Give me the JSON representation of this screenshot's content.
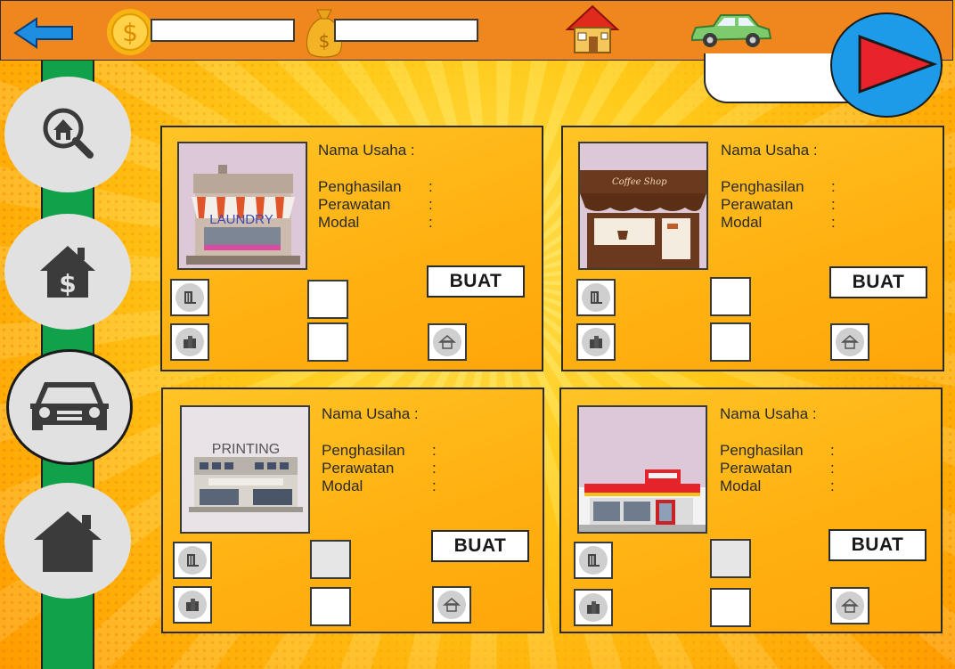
{
  "topbar": {
    "money_value": "",
    "savings_value": "",
    "icons": [
      "back-arrow-icon",
      "coin-icon",
      "money-bag-icon",
      "house-icon",
      "car-icon",
      "play-icon"
    ]
  },
  "colors": {
    "topbar": "#f0871e",
    "rail": "#10a14a",
    "play_button": "#1e9be8",
    "play_triangle": "#e8232c",
    "back_arrow": "#1e8fe0"
  },
  "sidebar": {
    "items": [
      {
        "icon": "house-search-icon",
        "active": false
      },
      {
        "icon": "house-dollar-icon",
        "active": false
      },
      {
        "icon": "car-front-icon",
        "active": true
      },
      {
        "icon": "home-icon",
        "active": false
      }
    ]
  },
  "businesses": [
    {
      "image": "laundry-shop",
      "sign": "LAUNDRY",
      "name_label": "Nama Usaha :",
      "income_label": "Penghasilan",
      "maintenance_label": "Perawatan",
      "capital_label": "Modal",
      "colon": ":",
      "build_label": "BUAT"
    },
    {
      "image": "coffee-shop",
      "sign": "Coffee Shop",
      "name_label": "Nama Usaha :",
      "income_label": "Penghasilan",
      "maintenance_label": "Perawatan",
      "capital_label": "Modal",
      "colon": ":",
      "build_label": "BUAT"
    },
    {
      "image": "printing-shop",
      "sign": "PRINTING",
      "name_label": "Nama Usaha :",
      "income_label": "Penghasilan",
      "maintenance_label": "Perawatan",
      "capital_label": "Modal",
      "colon": ":",
      "build_label": "BUAT"
    },
    {
      "image": "minimarket",
      "sign": "",
      "name_label": "Nama Usaha :",
      "income_label": "Penghasilan",
      "maintenance_label": "Perawatan",
      "capital_label": "Modal",
      "colon": ":",
      "build_label": "BUAT"
    }
  ]
}
